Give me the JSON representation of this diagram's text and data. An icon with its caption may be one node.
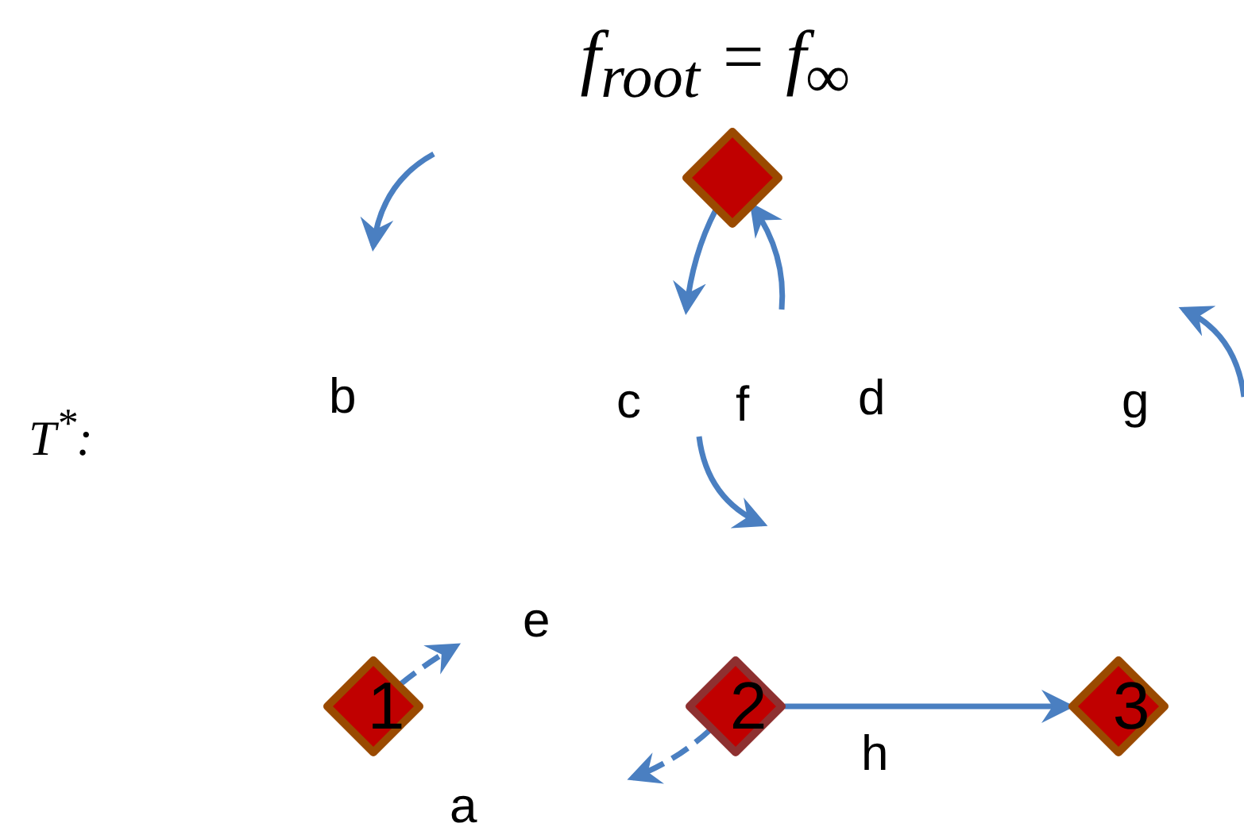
{
  "diagram": {
    "title": "f$_{root}$ = f$_{∞}$",
    "nodes": [
      {
        "text": [],
        "shape": "diamond"
      },
      {
        "text": [
          "1"
        ]
      },
      {
        "text": [
          "2"
        ]
      },
      {
        "text": [
          "3"
        ]
      }
    ],
    "edges": [
      {
        "from": 0,
        "to": null,
        "arrow": "to"
      },
      {
        "from": null,
        "to": 0,
        "arrow": "to"
      },
      {
        "from": 1,
        "to": null,
        "arrow": "to",
        "style": "dashed"
      },
      {
        "from": 2,
        "to": null,
        "arrow": "to",
        "style": "dashed"
      },
      {
        "from": 2,
        "to": 3,
        "arrow": "to",
        "label": "h"
      }
    ],
    "labels": [
      "T$^{*}$:",
      "b",
      "c",
      "f",
      "d",
      "g",
      "e",
      "a"
    ]
  }
}
